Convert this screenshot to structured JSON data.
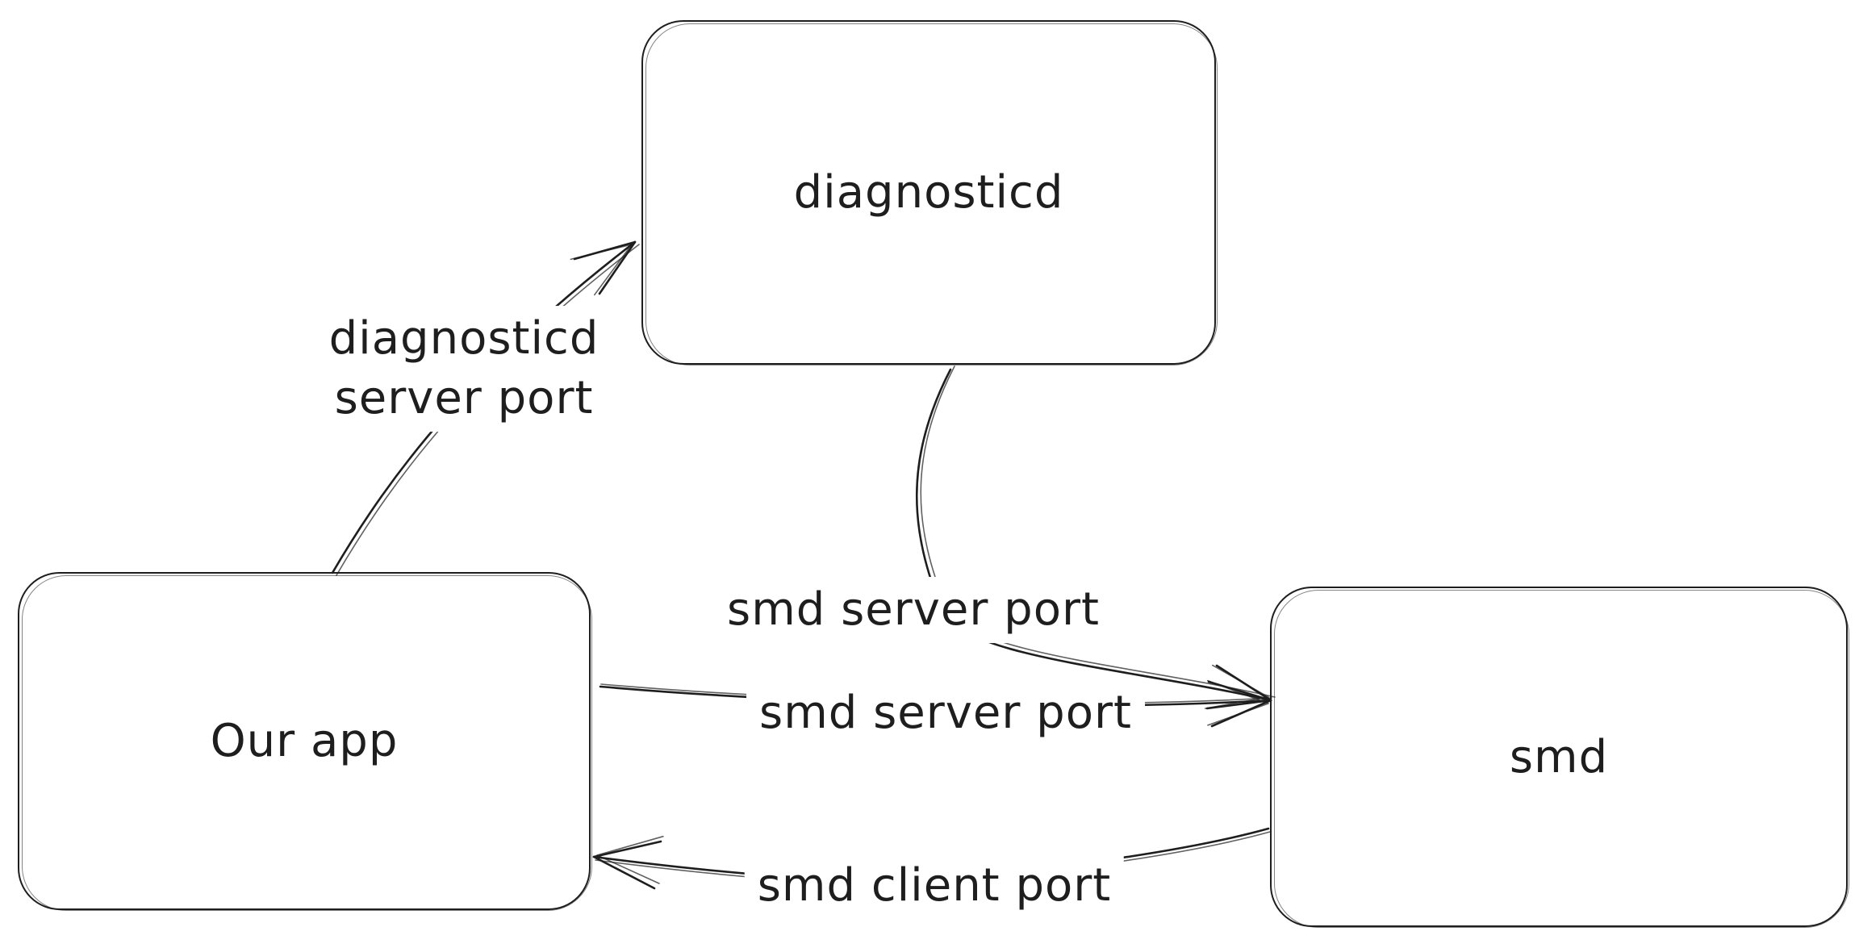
{
  "canvas": {
    "background_color": "#ffffff",
    "stroke_color": "#1e1e1e",
    "style": "hand-drawn sketch diagram"
  },
  "nodes": [
    {
      "id": "diagnosticd",
      "label": "diagnosticd"
    },
    {
      "id": "our-app",
      "label": "Our app"
    },
    {
      "id": "smd",
      "label": "smd"
    }
  ],
  "edges": [
    {
      "from": "our-app",
      "to": "diagnosticd",
      "label_lines": [
        "diagnosticd",
        "server port"
      ]
    },
    {
      "from": "diagnosticd",
      "to": "smd",
      "label_lines": [
        "smd server port"
      ]
    },
    {
      "from": "our-app",
      "to": "smd",
      "label_lines": [
        "smd server port"
      ]
    },
    {
      "from": "smd",
      "to": "our-app",
      "label_lines": [
        "smd client port"
      ]
    }
  ]
}
